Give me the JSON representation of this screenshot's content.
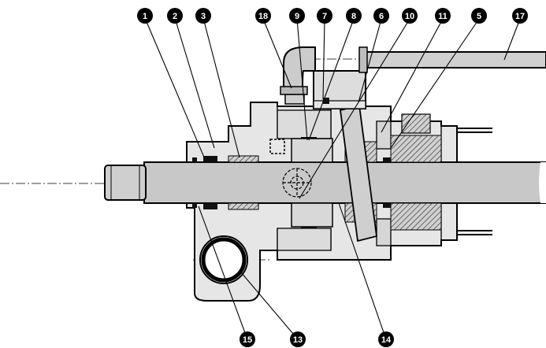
{
  "callouts": {
    "c1": "1",
    "c2": "2",
    "c3": "3",
    "c18": "18",
    "c9": "9",
    "c7": "7",
    "c8": "8",
    "c6": "6",
    "c10": "10",
    "c11": "11",
    "c5": "5",
    "c17": "17",
    "c15": "15",
    "c13": "13",
    "c14": "14"
  },
  "colors": {
    "ink": "#000000",
    "body": "#e6e6e6",
    "shaft": "#c8c8c8",
    "background": "#ffffff"
  }
}
